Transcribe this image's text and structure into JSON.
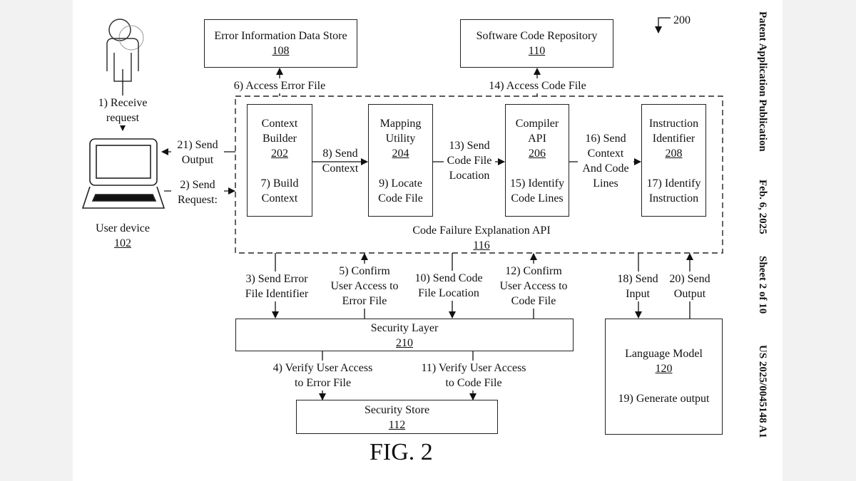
{
  "figure": {
    "label": "FIG. 2",
    "ref_number": "200"
  },
  "header": {
    "publication": "Patent Application Publication",
    "date": "Feb. 6, 2025",
    "sheet": "Sheet 2 of 10",
    "number": "US 2025/0045148 A1"
  },
  "nodes": {
    "user": {
      "icon": "user-icon"
    },
    "user_device": {
      "icon": "laptop-icon",
      "name": "User device",
      "ref": "102"
    },
    "error_store": {
      "name": "Error Information Data Store",
      "ref": "108"
    },
    "code_repo": {
      "name": "Software Code Repository",
      "ref": "110"
    },
    "api": {
      "name": "Code Failure Explanation API",
      "ref": "116"
    },
    "context_builder": {
      "name_1": "Context",
      "name_2": "Builder",
      "ref": "202",
      "step_1": "7) Build",
      "step_2": "Context"
    },
    "mapping_utility": {
      "name_1": "Mapping",
      "name_2": "Utility",
      "ref": "204",
      "step_1": "9) Locate",
      "step_2": "Code File"
    },
    "compiler_api": {
      "name_1": "Compiler",
      "name_2": "API",
      "ref": "206",
      "step_1": "15) Identify",
      "step_2": "Code Lines"
    },
    "instruction_identifier": {
      "name_1": "Instruction",
      "name_2": "Identifier",
      "ref": "208",
      "step_1": "17) Identify",
      "step_2": "Instruction"
    },
    "security_layer": {
      "name": "Security Layer",
      "ref": "210"
    },
    "security_store": {
      "name": "Security Store",
      "ref": "112"
    },
    "language_model": {
      "name": "Language Model",
      "ref": "120",
      "step": "19) Generate output"
    }
  },
  "edges": {
    "s1": [
      "1) Receive",
      "request"
    ],
    "s2": [
      "2) Send",
      "Request:"
    ],
    "s3": [
      "3) Send Error",
      "File Identifier"
    ],
    "s4": [
      "4) Verify User Access",
      "to Error File"
    ],
    "s5": [
      "5) Confirm",
      "User Access to",
      "Error File"
    ],
    "s6": [
      "6) Access Error File"
    ],
    "s8": [
      "8) Send",
      "Context"
    ],
    "s10": [
      "10) Send Code",
      "File Location"
    ],
    "s11": [
      "11) Verify User Access",
      "to Code File"
    ],
    "s12": [
      "12) Confirm",
      "User Access to",
      "Code File"
    ],
    "s13": [
      "13) Send",
      "Code File",
      "Location"
    ],
    "s14": [
      "14) Access Code File"
    ],
    "s16": [
      "16) Send",
      "Context",
      "And Code",
      "Lines"
    ],
    "s18": [
      "18) Send",
      "Input"
    ],
    "s20": [
      "20) Send",
      "Output"
    ],
    "s21": [
      "21) Send",
      "Output"
    ]
  }
}
